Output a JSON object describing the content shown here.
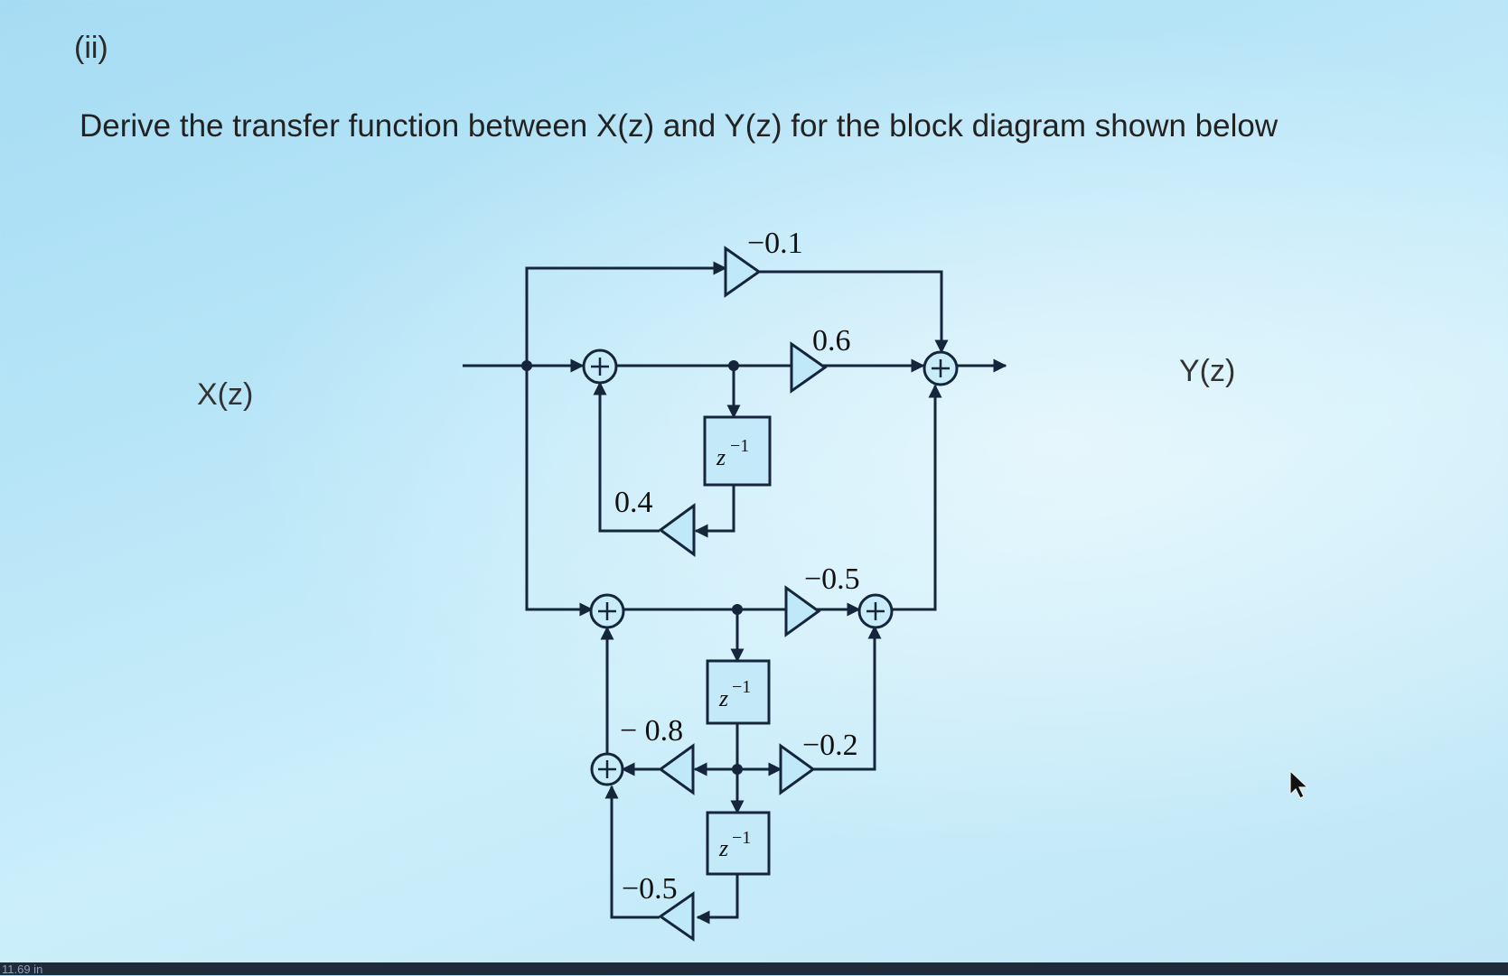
{
  "question": {
    "part": "(ii)",
    "text": "Derive the transfer function between X(z) and Y(z) for the block diagram shown below"
  },
  "labels": {
    "input": "X(z)",
    "output": "Y(z)"
  },
  "gains": {
    "top_bypass": "−0.1",
    "upper_forward": "0.6",
    "upper_feedback": "0.4",
    "lower_forward": "−0.5",
    "lower_tap": "−0.2",
    "lower_feedback_1": "− 0.8",
    "lower_feedback_2": "−0.5"
  },
  "delay": {
    "base": "z",
    "exponent": "−1"
  },
  "status": {
    "zoom": "11.69 in"
  }
}
